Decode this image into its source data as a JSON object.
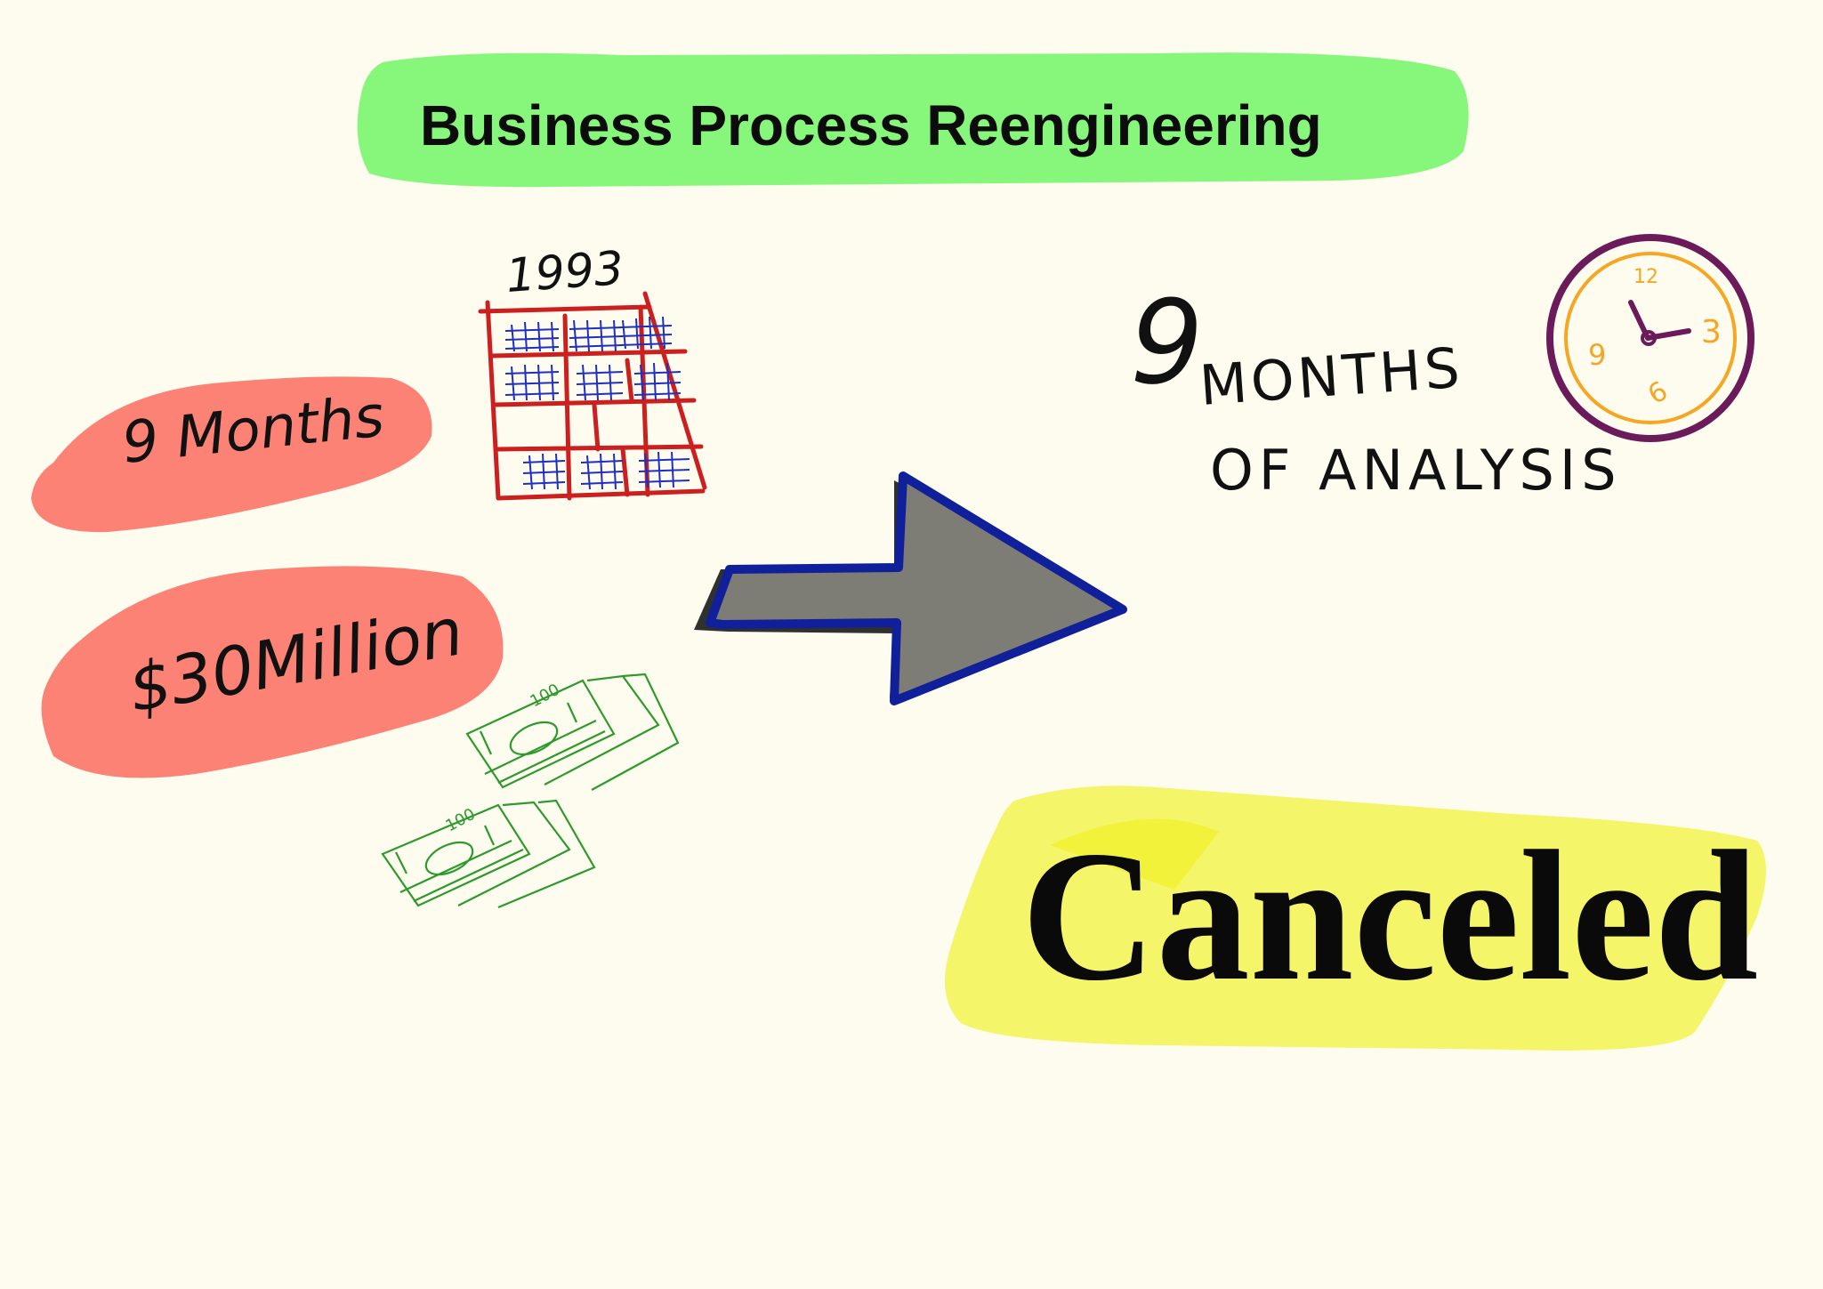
{
  "title": "Business Process Reengineering",
  "left": {
    "duration_label": "9 Months",
    "calendar_year": "1993",
    "cost_label": "$30Million",
    "bill_denomination": "100"
  },
  "right": {
    "analysis_number": "9",
    "analysis_line1": "MONTHS",
    "analysis_line2": "OF ANALYSIS",
    "clock_numbers": [
      "12",
      "3",
      "6",
      "9"
    ],
    "outcome": "Canceled"
  },
  "colors": {
    "background": "#fdfcee",
    "title_highlight": "#86f77a",
    "red_blob": "#fb8275",
    "yellow_highlight": "#f5f56a",
    "calendar_frame": "#cc1f1f",
    "calendar_grid": "#1f2fc0",
    "money": "#2e9a2e",
    "arrow_fill": "#7d7d76",
    "arrow_stroke": "#10209a",
    "clock_ring": "#6b1b5a",
    "clock_numbers": "#f5a623"
  },
  "icons": [
    "calendar-icon",
    "money-icon",
    "arrow-right-icon",
    "clock-icon"
  ]
}
